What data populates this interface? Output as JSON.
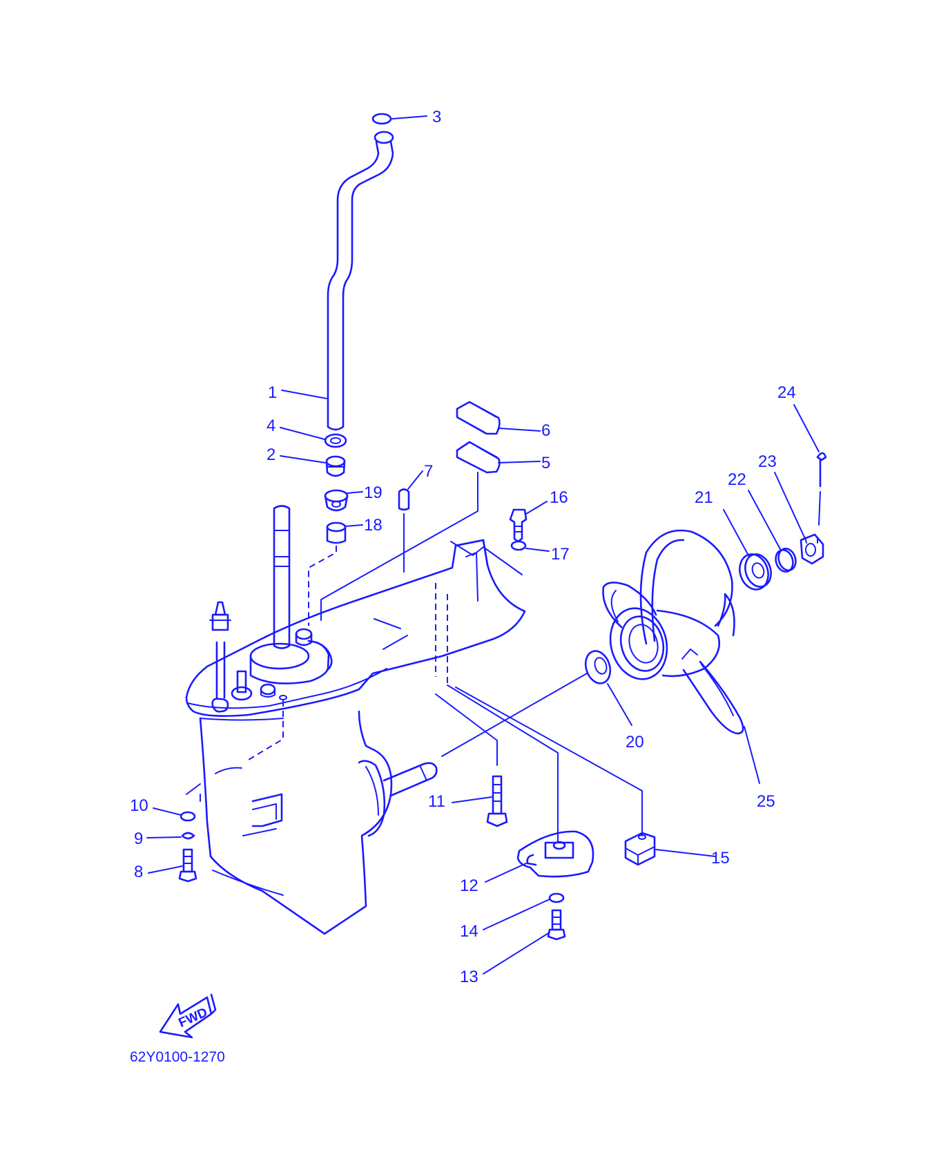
{
  "diagram_code": "62Y0100-1270",
  "fwd_label": "FWD",
  "callouts": {
    "c1": "1",
    "c2": "2",
    "c3": "3",
    "c4": "4",
    "c5": "5",
    "c6": "6",
    "c7": "7",
    "c8": "8",
    "c9": "9",
    "c10": "10",
    "c11": "11",
    "c12": "12",
    "c13": "13",
    "c14": "14",
    "c15": "15",
    "c16": "16",
    "c17": "17",
    "c18": "18",
    "c19": "19",
    "c20": "20",
    "c21": "21",
    "c22": "22",
    "c23": "23",
    "c24": "24",
    "c25": "25"
  }
}
